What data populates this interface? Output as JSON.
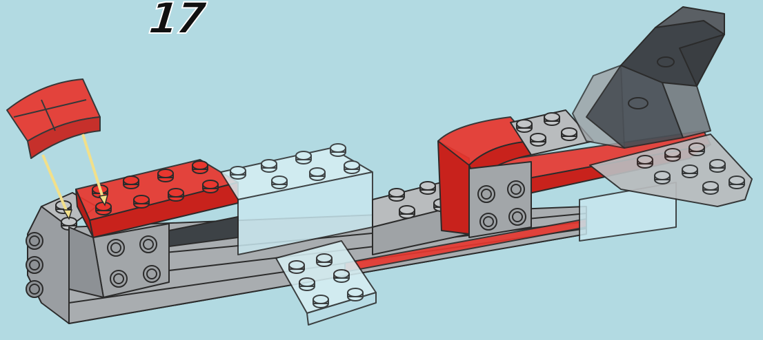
{
  "step": {
    "number": "17"
  },
  "colors": {
    "background": "#b2dae2",
    "trans_red": "#e8372f",
    "trans_clear": "#c8e6ee",
    "trans_black": "#4a4f55",
    "light_gray": "#b9bcbe",
    "dark_gray": "#7c8084",
    "outline": "#2b2b2b",
    "arrow": "#f2e08a"
  },
  "parts": [
    {
      "name": "red-curved-slope-1x2",
      "color": "trans_red",
      "state": "being-added"
    },
    {
      "name": "red-plate-2x4",
      "color": "trans_red",
      "state": "assembled"
    },
    {
      "name": "clear-brick-2x4",
      "color": "trans_clear",
      "state": "assembled"
    },
    {
      "name": "clear-plate-2x3",
      "color": "trans_clear",
      "state": "assembled"
    },
    {
      "name": "gray-plate-2x4",
      "color": "light_gray",
      "state": "assembled"
    },
    {
      "name": "red-curved-slope-2x2",
      "color": "trans_red",
      "state": "assembled"
    },
    {
      "name": "smoke-windscreen",
      "color": "trans_black",
      "state": "assembled"
    },
    {
      "name": "gray-wing-plate",
      "color": "light_gray",
      "state": "assembled"
    }
  ]
}
